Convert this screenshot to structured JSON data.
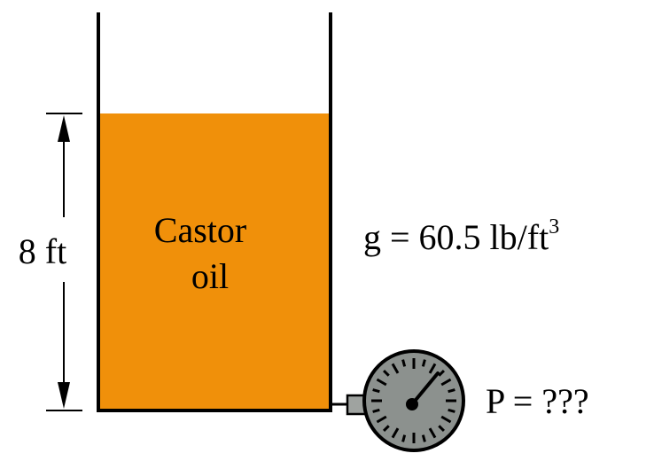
{
  "diagram": {
    "fluid_label_line1": "Castor",
    "fluid_label_line2": "oil",
    "height_label": "8 ft",
    "specific_weight_prefix": "g = 60.5 lb/ft",
    "specific_weight_exponent": "3",
    "pressure_label": "P = ???"
  },
  "colors": {
    "oil": "#f0900a",
    "gauge_face": "#8c918e",
    "gauge_fitting": "#9fa3a0",
    "outline": "#000000"
  },
  "icons": {
    "gauge": "pressure-gauge-icon",
    "arrow": "dimension-arrow"
  }
}
